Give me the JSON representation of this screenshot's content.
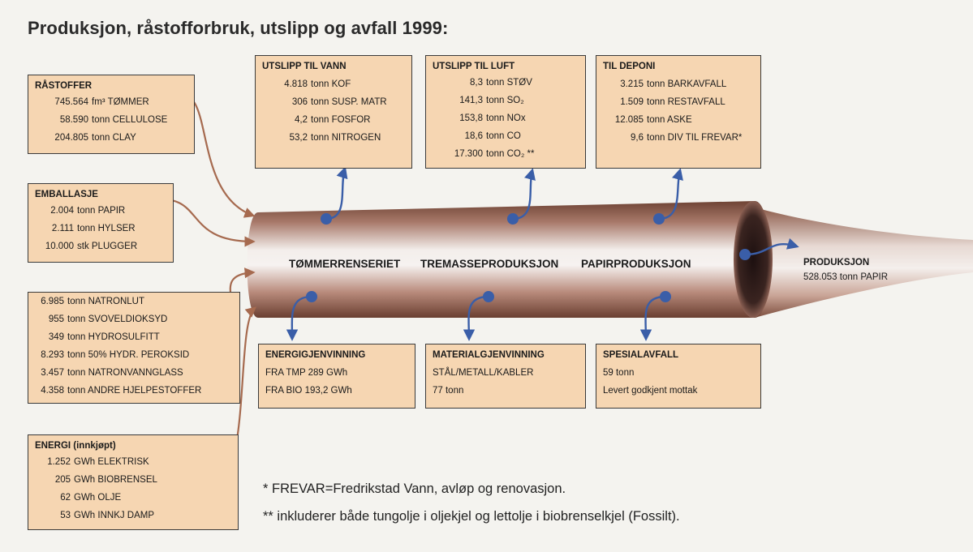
{
  "title": "Produksjon, råstofforbruk, utslipp og avfall 1999:",
  "colors": {
    "box_fill": "#f6d6b2",
    "pipe_dark": "#7a4c3c",
    "pipe_light": "#f2ece9",
    "arrow_brown": "#a66a4f",
    "arrow_blue": "#3a5ea8"
  },
  "inputs": {
    "raastoffer": {
      "header": "RÅSTOFFER",
      "rows": [
        {
          "num": "745.564",
          "text": "fm³ TØMMER"
        },
        {
          "num": "58.590",
          "text": "tonn CELLULOSE"
        },
        {
          "num": "204.805",
          "text": "tonn CLAY"
        }
      ]
    },
    "emballasje": {
      "header": "EMBALLASJE",
      "rows": [
        {
          "num": "2.004",
          "text": "tonn PAPIR"
        },
        {
          "num": "2.111",
          "text": "tonn HYLSER"
        },
        {
          "num": "10.000",
          "text": "stk PLUGGER"
        }
      ]
    },
    "kjemikalier": {
      "header": "",
      "rows": [
        {
          "num": "6.985",
          "text": "tonn NATRONLUT"
        },
        {
          "num": "955",
          "text": "tonn SVOVELDIOKSYD"
        },
        {
          "num": "349",
          "text": "tonn HYDROSULFITT"
        },
        {
          "num": "8.293",
          "text": "tonn 50% HYDR. PEROKSID"
        },
        {
          "num": "3.457",
          "text": "tonn NATRONVANNGLASS"
        },
        {
          "num": "4.358",
          "text": "tonn ANDRE HJELPESTOFFER"
        }
      ]
    },
    "energi": {
      "header": "ENERGI (innkjøpt)",
      "rows": [
        {
          "num": "1.252",
          "text": "GWh ELEKTRISK"
        },
        {
          "num": "205",
          "text": "GWh BIOBRENSEL"
        },
        {
          "num": "62",
          "text": "GWh OLJE"
        },
        {
          "num": "53",
          "text": "GWh INNKJ DAMP"
        }
      ]
    }
  },
  "top_outputs": {
    "utslipp_vann": {
      "header": "UTSLIPP TIL VANN",
      "rows": [
        {
          "num": "4.818",
          "text": "tonn KOF"
        },
        {
          "num": "306",
          "text": "tonn SUSP. MATR"
        },
        {
          "num": "4,2",
          "text": "tonn FOSFOR"
        },
        {
          "num": "53,2",
          "text": "tonn NITROGEN"
        }
      ]
    },
    "utslipp_luft": {
      "header": "UTSLIPP TIL LUFT",
      "rows": [
        {
          "num": "8,3",
          "text": "tonn STØV"
        },
        {
          "num": "141,3",
          "text": "tonn SO₂"
        },
        {
          "num": "153,8",
          "text": "tonn NOx"
        },
        {
          "num": "18,6",
          "text": "tonn CO"
        },
        {
          "num": "17.300",
          "text": "tonn CO₂ **"
        }
      ]
    },
    "til_deponi": {
      "header": "TIL DEPONI",
      "rows": [
        {
          "num": "3.215",
          "text": "tonn BARKAVFALL"
        },
        {
          "num": "1.509",
          "text": "tonn RESTAVFALL"
        },
        {
          "num": "12.085",
          "text": "tonn ASKE"
        },
        {
          "num": "9,6",
          "text": "tonn DIV TIL FREVAR*"
        }
      ]
    }
  },
  "bottom_outputs": {
    "energigjenvinning": {
      "header": "ENERGIGJENVINNING",
      "lines": [
        "FRA TMP  289 GWh",
        "FRA BIO  193,2 GWh"
      ]
    },
    "materialgjenvinning": {
      "header": "MATERIALGJENVINNING",
      "lines": [
        "STÅL/METALL/KABLER",
        "77 tonn"
      ]
    },
    "spesialavfall": {
      "header": "SPESIALAVFALL",
      "lines": [
        "59 tonn",
        "Levert godkjent mottak"
      ]
    }
  },
  "pipe": {
    "stages": [
      "TØMMERRENSERIET",
      "TREMASSEPRODUKSJON",
      "PAPIRPRODUKSJON"
    ]
  },
  "produksjon": {
    "header": "PRODUKSJON",
    "line": "528.053 tonn PAPIR"
  },
  "notes": [
    "* FREVAR=Fredrikstad Vann, avløp og renovasjon.",
    "** inkluderer både tungolje i oljekjel og lettolje i biobrenselkjel (Fossilt)."
  ]
}
